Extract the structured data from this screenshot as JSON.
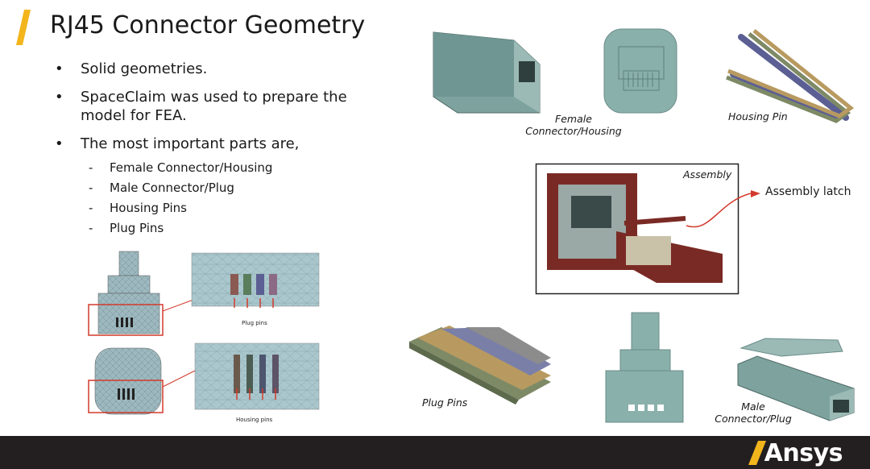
{
  "title": "RJ45 Connector Geometry",
  "bullets": [
    {
      "text": "Solid geometries."
    },
    {
      "text": "SpaceClaim was used to prepare the model for FEA."
    },
    {
      "text": "The most important parts are,"
    }
  ],
  "sub_bullets": [
    "Female Connector/Housing",
    "Male Connector/Plug",
    "Housing Pins",
    "Plug Pins"
  ],
  "figures": {
    "female_label": "Female\nConnector/Housing",
    "housing_pin_label": "Housing Pin",
    "assembly_label": "Assembly",
    "assembly_latch_label": "Assembly latch",
    "plug_pins_label": "Plug Pins",
    "male_label": "Male\nConnector/Plug",
    "plug_pins_caption": "Plug pins",
    "housing_pins_caption": "Housing pins"
  },
  "brand": {
    "logo_text": "Ansys",
    "accent": "#f2b51b",
    "footer": "#231f20"
  },
  "colors": {
    "part": "#8cb0ac",
    "part_dark": "#5d7f7b",
    "assembly_red": "#7a2a24",
    "mesh": "#9ec0c7"
  }
}
